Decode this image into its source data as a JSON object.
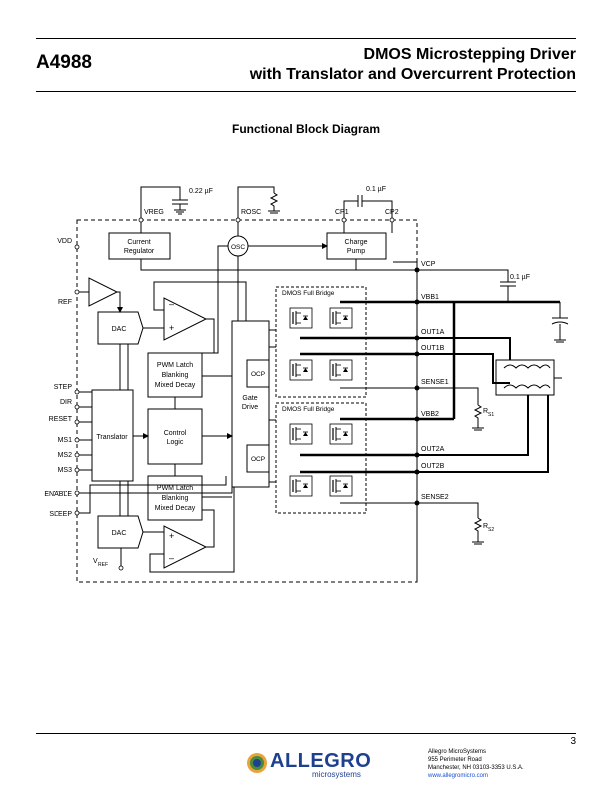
{
  "header": {
    "part_number": "A4988",
    "title_line1": "DMOS Microstepping Driver",
    "title_line2": "with Translator and Overcurrent Protection"
  },
  "section_title": "Functional Block Diagram",
  "diagram": {
    "blocks": {
      "current_regulator": [
        "Current",
        "Regulator"
      ],
      "osc": "OSC",
      "charge_pump": [
        "Charge",
        "Pump"
      ],
      "dac_top": "DAC",
      "dac_bottom": "DAC",
      "pwm_top": [
        "PWM Latch",
        "Blanking",
        "Mixed Decay"
      ],
      "pwm_bottom": [
        "PWM Latch",
        "Blanking",
        "Mixed Decay"
      ],
      "control_logic": [
        "Control",
        "Logic"
      ],
      "translator": "Translator",
      "gate_drive": [
        "Gate",
        "Drive"
      ],
      "ocp_top": "OCP",
      "ocp_bottom": "OCP",
      "bridge_top": "DMOS Full Bridge",
      "bridge_bottom": "DMOS Full Bridge"
    },
    "pins_left": {
      "vdd": "VDD",
      "ref": "REF",
      "step": "STEP",
      "dir": "DIR",
      "reset": "RESET",
      "ms1": "MS1",
      "ms2": "MS2",
      "ms3": "MS3",
      "enable": "ENABLE",
      "sleep": "SLEEP",
      "vref": "V",
      "vref_sub": "REF"
    },
    "pins_top": {
      "vreg": "VREG",
      "rosc": "ROSC",
      "cp1": "CP1",
      "cp2": "CP2"
    },
    "pins_right": {
      "vcp": "VCP",
      "vbb1": "VBB1",
      "out1a": "OUT1A",
      "out1b": "OUT1B",
      "sense1": "SENSE1",
      "vbb2": "VBB2",
      "out2a": "OUT2A",
      "out2b": "OUT2B",
      "sense2": "SENSE2"
    },
    "components": {
      "cap_vreg": "0.22 µF",
      "cap_cp": "0.1 µF",
      "cap_vcp": "0.1 µF",
      "rs1": "R",
      "rs1_sub": "S1",
      "rs2": "R",
      "rs2_sub": "S2"
    },
    "opamp_signs": {
      "minus": "–",
      "plus": "+"
    }
  },
  "footer": {
    "page_number": "3",
    "logo_text": "ALLEGRO",
    "logo_sub": "microsystems",
    "address_line1": "Allegro MicroSystems",
    "address_line2": "955 Perimeter Road",
    "address_line3": "Manchester, NH 03103-3353 U.S.A.",
    "website": "www.allegromicro.com"
  }
}
